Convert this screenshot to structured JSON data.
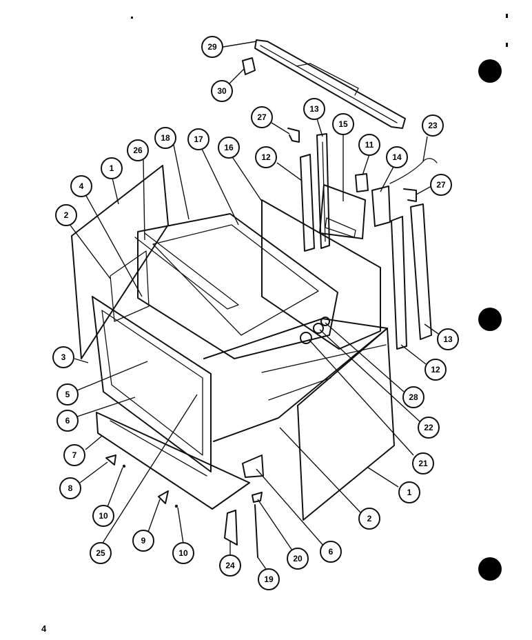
{
  "page": {
    "number": "4"
  },
  "colors": {
    "ink": "#111111",
    "paper": "#ffffff"
  },
  "callouts": [
    {
      "id": "c29",
      "label": "29"
    },
    {
      "id": "c30",
      "label": "30"
    },
    {
      "id": "c27a",
      "label": "27"
    },
    {
      "id": "c13a",
      "label": "13"
    },
    {
      "id": "c15",
      "label": "15"
    },
    {
      "id": "c11",
      "label": "11"
    },
    {
      "id": "c23",
      "label": "23"
    },
    {
      "id": "c14",
      "label": "14"
    },
    {
      "id": "c27b",
      "label": "27"
    },
    {
      "id": "c12a",
      "label": "12"
    },
    {
      "id": "c16",
      "label": "16"
    },
    {
      "id": "c17",
      "label": "17"
    },
    {
      "id": "c18",
      "label": "18"
    },
    {
      "id": "c26",
      "label": "26"
    },
    {
      "id": "c1a",
      "label": "1"
    },
    {
      "id": "c4",
      "label": "4"
    },
    {
      "id": "c2a",
      "label": "2"
    },
    {
      "id": "c13b",
      "label": "13"
    },
    {
      "id": "c12b",
      "label": "12"
    },
    {
      "id": "c3",
      "label": "3"
    },
    {
      "id": "c28",
      "label": "28"
    },
    {
      "id": "c5",
      "label": "5"
    },
    {
      "id": "c22",
      "label": "22"
    },
    {
      "id": "c6a",
      "label": "6"
    },
    {
      "id": "c21",
      "label": "21"
    },
    {
      "id": "c7",
      "label": "7"
    },
    {
      "id": "c8",
      "label": "8"
    },
    {
      "id": "c1b",
      "label": "1"
    },
    {
      "id": "c10a",
      "label": "10"
    },
    {
      "id": "c2b",
      "label": "2"
    },
    {
      "id": "c25",
      "label": "25"
    },
    {
      "id": "c9",
      "label": "9"
    },
    {
      "id": "c10b",
      "label": "10"
    },
    {
      "id": "c6b",
      "label": "6"
    },
    {
      "id": "c20",
      "label": "20"
    },
    {
      "id": "c24",
      "label": "24"
    },
    {
      "id": "c19",
      "label": "19"
    }
  ]
}
